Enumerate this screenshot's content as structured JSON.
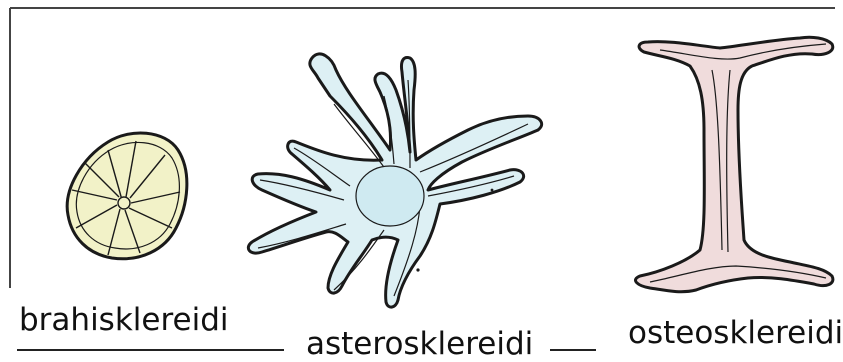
{
  "labels": {
    "brachysclereid": "brahisklereidi",
    "astrosclereid": "asterosklereidi",
    "osteosclereid": "osteosklereidi"
  },
  "colors": {
    "outline": "#1a1a1a",
    "brachysclereid_fill": "#f2f2c8",
    "astrosclereid_fill": "#ddf0f4",
    "astrosclereid_center": "#cfeaf1",
    "osteosclereid_fill": "#f0dcdc",
    "frame": "#444444"
  },
  "icons": {
    "brachysclereid": "brachysclereid-cell-drawing",
    "astrosclereid": "astrosclereid-cell-drawing",
    "osteosclereid": "osteosclereid-cell-drawing"
  }
}
